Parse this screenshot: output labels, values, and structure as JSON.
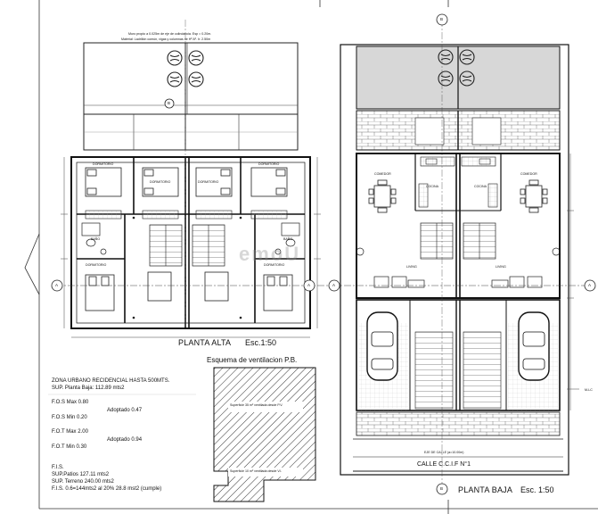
{
  "note_top": {
    "line1": "Muro propio a 0.025m de eje de colindancia. Esp = 0.20m.",
    "line2": "Material: Ladrillón común, vigas y columnas de Hº Aº. h: 2.50m"
  },
  "planta_alta": {
    "title": "PLANTA ALTA",
    "scale": "Esc.1:50"
  },
  "planta_baja": {
    "title": "PLANTA BAJA",
    "scale": "Esc. 1:50"
  },
  "ventilacion": {
    "title": "Esquema de ventilacion P.B.",
    "note1": "Superficie 35 m² ventilada desde P.V.",
    "note2": "Superficie 10 m² ventilada desde V.I."
  },
  "calle": "CALLE C.C.I.F N°1",
  "eje_calle": "EJE DE CALLE (a=10.00m)",
  "markers": {
    "a": "A",
    "b": "B"
  },
  "rooms": {
    "dormitorio": "DORMITORIO",
    "bano": "BAÑO",
    "comedor": "COMEDOR",
    "cocina": "COCINA",
    "living": "LIVING"
  },
  "stats": {
    "zona": "ZONA URBANO RECIDENCIAL HASTA 500MTS.",
    "sup_planta_baja": "SUP. Planta Baja: 112.89 mts2",
    "fos_max": "F.O.S Max 0.80",
    "fos_adoptado": "Adoptado 0.47",
    "fos_min": "F.O.S Min 0.20",
    "fot_max": "F.O.T Max 2.00",
    "fot_adoptado": "Adoptado 0.94",
    "fot_min": "F.O.T Min 0.30",
    "fis": "F.I.S.",
    "sup_patios": "SUP.Patios 127.11 mts2",
    "sup_terreno": "SUP. Terreno 240.00 mts2",
    "fis_calc": "F.I.S.  0.6=144mts2 al 20% 28.8 mst2 (cumple)"
  },
  "watermark": "emoU",
  "side_label": "M-LC"
}
